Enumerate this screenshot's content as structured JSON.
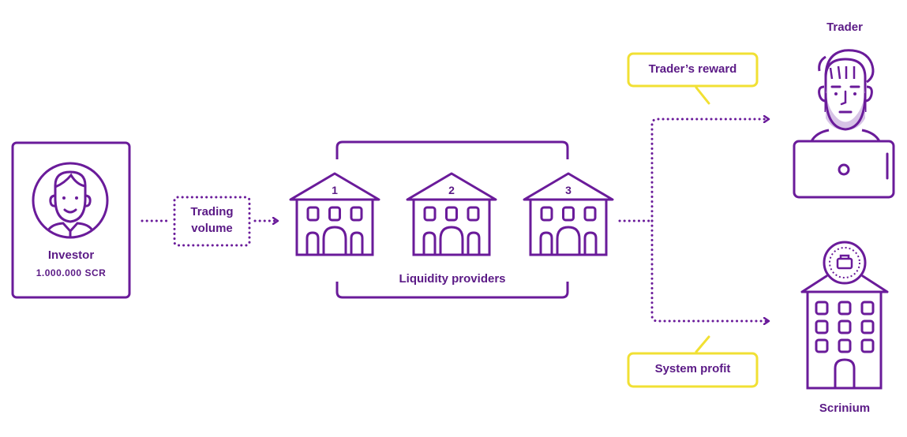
{
  "colors": {
    "primary": "#6a1b9a",
    "accent": "#f1e033",
    "beard": "#d7c3e6"
  },
  "investor": {
    "title": "Investor",
    "amount": "1.000.000 SCR",
    "icon": "investor-avatar-icon"
  },
  "trading_volume": {
    "line1": "Trading",
    "line2": "volume"
  },
  "liquidity": {
    "label": "Liquidity providers",
    "providers": [
      {
        "number": "1"
      },
      {
        "number": "2"
      },
      {
        "number": "3"
      }
    ]
  },
  "trader": {
    "title": "Trader",
    "icon": "trader-laptop-icon"
  },
  "reward": {
    "label": "Trader’s reward"
  },
  "system_profit": {
    "label": "System profit"
  },
  "scrinium": {
    "title": "Scrinium",
    "icon": "scrinium-building-icon"
  }
}
